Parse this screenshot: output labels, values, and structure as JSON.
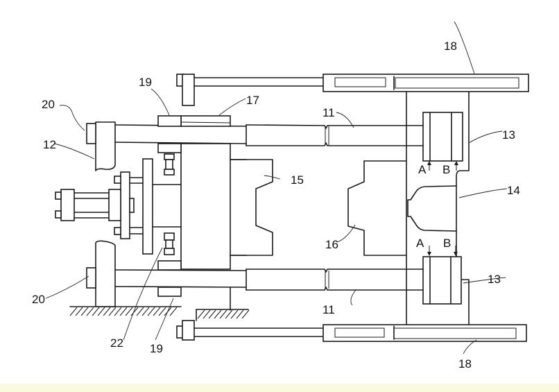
{
  "figure": {
    "title": "Clamping unit of injection molding machine",
    "reference_numerals": {
      "tie_bar_top": "11",
      "tie_bar_bottom": "11",
      "bracket": "12",
      "cylinder_top": "13",
      "cylinder_bottom": "13",
      "mold_platen": "14",
      "mold_half_left": "15",
      "mold_half_right": "16",
      "nut_plate": "17",
      "guide_rod_top": "18",
      "guide_rod_bottom": "18",
      "split_nut_top": "19",
      "split_nut_bottom": "19",
      "end_cap_top": "20",
      "end_cap_bottom": "20",
      "actuator": "22"
    },
    "port_labels": {
      "top_a": "A",
      "top_b": "B",
      "bottom_a": "A",
      "bottom_b": "B"
    }
  },
  "colors": {
    "line": "#1a1a1a",
    "background": "#ffffff",
    "footer_bar": "#fafadc"
  }
}
